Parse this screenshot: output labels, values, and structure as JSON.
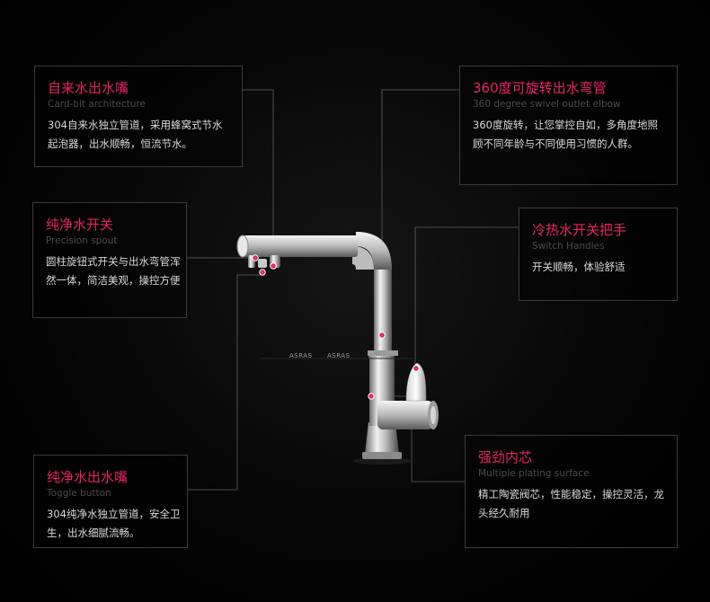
{
  "colors": {
    "accent": "#e6246a",
    "background": "#000000",
    "card_border": "#3a3a3a",
    "subtitle": "#4a4a4a",
    "text": "#d8d8d8"
  },
  "features": [
    {
      "title": "自来水出水嘴",
      "subtitle": "Card-bit architecture",
      "description": "304自来水独立管道，采用蜂窝式节水起泡器，出水顺畅，恒流节水。"
    },
    {
      "title": "360度可旋转出水弯管",
      "subtitle": "360 degree swivel outlet elbow",
      "description": "360度旋转，让您掌控自如，多角度地照顾不同年龄与不同使用习惯的人群。"
    },
    {
      "title": "纯净水开关",
      "subtitle": "Precision spout",
      "description": "圆柱旋钮式开关与出水弯管浑然一体，简洁美观，操控方便"
    },
    {
      "title": "冷热水开关把手",
      "subtitle": "Switch Handles",
      "description": "开关顺畅，体验舒适"
    },
    {
      "title": "纯净水出水嘴",
      "subtitle": "Toggle button",
      "description": "304纯净水独立管道，安全卫生，出水细腻流畅。"
    },
    {
      "title": "强劲内芯",
      "subtitle": "Multiple plating surface",
      "description": "精工陶瓷阀芯，性能稳定，操控灵活，龙头经久耐用"
    }
  ],
  "brand": {
    "watermark": "ASRAS"
  }
}
